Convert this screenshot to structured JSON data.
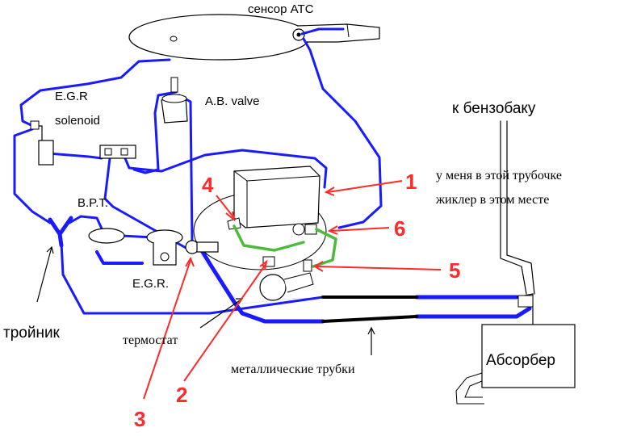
{
  "labels": {
    "sensor_atc": "сенсор ATC",
    "egr_solenoid_1": "E.G.R",
    "egr_solenoid_2": "solenoid",
    "ab_valve": "A.B. valve",
    "bpt": "B.P.T.",
    "egr": "E.G.R.",
    "to_fuel_tank": "к бензобаку",
    "note_line1": "у меня в этой трубочке",
    "note_line2": "жиклер в этом месте",
    "tee": "тройник",
    "thermostat": "термостат",
    "metal_tubes": "металлические трубки",
    "absorber": "Абсорбер"
  },
  "callouts": [
    "1",
    "2",
    "3",
    "4",
    "5",
    "6"
  ],
  "colors": {
    "hose": "#1a1aff",
    "callout": "#ff2a2a",
    "green_hose": "#4cbb3c",
    "metal_tube": "#000000",
    "outline": "#000000"
  }
}
